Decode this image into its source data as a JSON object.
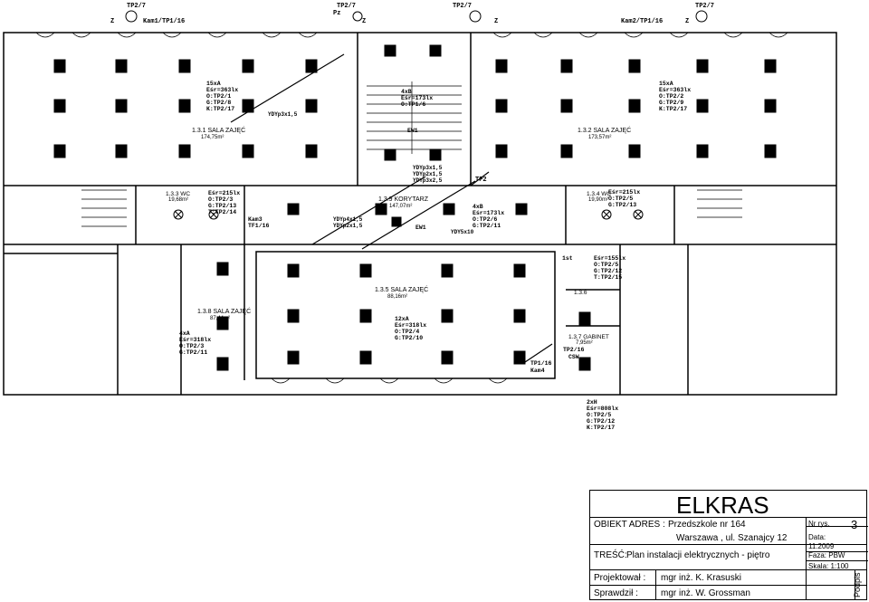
{
  "top_labels": {
    "tp_1": "TP2/7",
    "tp_2": "TP2/7",
    "tp_3": "TP2/7",
    "tp_4": "TP2/7",
    "z_1": "Z",
    "z_2": "Z",
    "z_3": "Z",
    "z_4": "Z",
    "kam1": "Kam1/TP1/16",
    "kam2": "Kam2/TP1/16",
    "pz": "Pz"
  },
  "rooms": {
    "sala_1": {
      "label": "1.3.1 SALA  ZAJĘĆ",
      "area": "174,75m²",
      "spec": [
        "15xA",
        "Eśr=363lx",
        "O:TP2/1",
        "G:TP2/8",
        "K:TP2/17"
      ]
    },
    "sala_2": {
      "label": "1.3.2 SALA  ZAJĘĆ",
      "area": "173,57m²",
      "spec": [
        "15xA",
        "Eśr=363lx",
        "O:TP2/2",
        "G:TP2/9",
        "K:TP2/17"
      ]
    },
    "wc_1": {
      "label": "1.3.3 WC",
      "area": "19,68m²",
      "spec": [
        "Eśr=215lx",
        "O:TP2/3",
        "G:TP2/13",
        "T:TP2/14"
      ]
    },
    "wc_2": {
      "label": "1.3.4 WC",
      "area": "19,90m²",
      "spec": [
        "Eśr=215lx",
        "O:TP2/5",
        "G:TP2/13"
      ]
    },
    "sala_3": {
      "label": "1.3.5 SALA  ZAJĘĆ",
      "area": "88,16m²",
      "spec": [
        "12xA",
        "Eśr=318lx",
        "O:TP2/4",
        "G:TP2/10"
      ]
    },
    "sala_4": {
      "label": "1.3.8 SALA  ZAJĘĆ",
      "area": "87,44m²",
      "spec": [
        "4xA",
        "Eśr=318lx",
        "O:TP2/3",
        "G:TP2/11"
      ]
    },
    "korytarz": {
      "label": "1.3.9 KORYTARZ",
      "area": "147,07m²",
      "spec": [
        "4xB",
        "Eśr=173lx",
        "O:TP2/6",
        "G:TP2/11"
      ]
    },
    "stair": {
      "spec": [
        "4xB",
        "Eśr=173lx",
        "O:TP1/6"
      ]
    },
    "gabinet": {
      "label": "1.3.7 GABINET",
      "area": "7,95m²"
    },
    "room_136": {
      "label": "1.3.6",
      "spec": [
        "Eśr=155lx",
        "O:TP2/5",
        "G:TP2/12",
        "T:TP2/15"
      ]
    },
    "sanitary_2h": {
      "spec": [
        "2xH",
        "Eśr=808lx",
        "O:TP2/5",
        "G:TP2/12",
        "K:TP2/17"
      ]
    }
  },
  "misc": {
    "kam3": "Kam3",
    "kam3_tp": "TF1/16",
    "kam4_tp": "TP1/16",
    "kam4": "Kam4",
    "tp2": "TP2",
    "ew1": "EW1",
    "ew1_b": "EW1",
    "cable_1": "YDYp3x1,5",
    "cable_2": "YDYp4x1,5",
    "cable_3": "YDYp2x1,5",
    "cable_4": "YDYp3x1,5",
    "cable_5": "YDYp2x1,5",
    "cable_6": "YDYp3x2,5",
    "cable_7": "YDY5x10",
    "tp2_16": "TP2/16",
    "csw": "CSW",
    "lst": "1st"
  },
  "title_block": {
    "company": "ELKRAS",
    "object_label": "OBIEKT ADRES :",
    "object_name": "Przedszkole nr 164",
    "address": "Warszawa , ul. Szanajcy 12",
    "content_label": "TREŚĆ:",
    "content": "Plan instalacji elektrycznych - piętro",
    "drawing_no_label": "Nr rys.",
    "drawing_no": "3",
    "date_label": "Data:",
    "date": "11.2009",
    "phase_label": "Faza: PBW",
    "scale_label": "Skala: 1:100",
    "designer_label": "Projektował :",
    "designer": "mgr inż. K. Krasuski",
    "checker_label": "Sprawdził :",
    "checker": "mgr inż. W. Grossman",
    "signature_label": "Podpis"
  }
}
